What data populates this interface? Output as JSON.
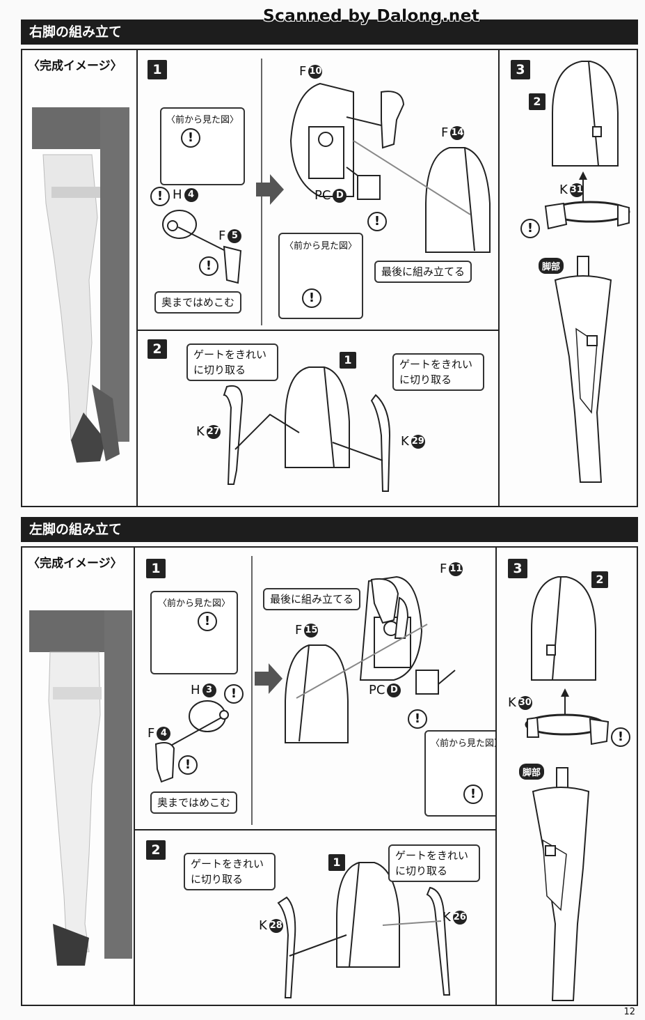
{
  "watermark": "Scanned by Dalong.net",
  "page_number": "12",
  "right_leg": {
    "header": "右脚の組み立て",
    "preview_title": "〈完成イメージ〉",
    "step1": {
      "badge": "1",
      "front_view_label": "〈前から見た図〉",
      "press_in_label": "奥まではめこむ",
      "front_view_label_2": "〈前から見た図〉",
      "assemble_last_label": "最後に組み立てる",
      "parts": {
        "h": "H",
        "h_num": "4",
        "f1": "F",
        "f1_num": "5",
        "f2": "F",
        "f2_num": "10",
        "f3": "F",
        "f3_num": "14",
        "pc": "PC",
        "pc_num": "D"
      }
    },
    "step2": {
      "badge": "2",
      "gate_label_left": "ゲートをきれいに切り取る",
      "gate_label_right": "ゲートをきれいに切り取る",
      "ref_badge": "1",
      "parts": {
        "k_left": "K",
        "k_left_num": "27",
        "k_right": "K",
        "k_right_num": "29"
      }
    },
    "step3": {
      "badge": "3",
      "ref_badge": "2",
      "leg_tag": "脚部",
      "parts": {
        "k": "K",
        "k_num": "31"
      }
    }
  },
  "left_leg": {
    "header": "左脚の組み立て",
    "preview_title": "〈完成イメージ〉",
    "step1": {
      "badge": "1",
      "front_view_label": "〈前から見た図〉",
      "press_in_label": "奥まではめこむ",
      "front_view_label_2": "〈前から見た図〉",
      "assemble_last_label": "最後に組み立てる",
      "parts": {
        "h": "H",
        "h_num": "3",
        "f1": "F",
        "f1_num": "4",
        "f2": "F",
        "f2_num": "11",
        "f3": "F",
        "f3_num": "15",
        "pc": "PC",
        "pc_num": "D"
      }
    },
    "step2": {
      "badge": "2",
      "gate_label_left": "ゲートをきれいに切り取る",
      "gate_label_right": "ゲートをきれいに切り取る",
      "ref_badge": "1",
      "parts": {
        "k_left": "K",
        "k_left_num": "28",
        "k_right": "K",
        "k_right_num": "26"
      }
    },
    "step3": {
      "badge": "3",
      "ref_badge": "2",
      "leg_tag": "脚部",
      "parts": {
        "k": "K",
        "k_num": "30"
      }
    }
  }
}
